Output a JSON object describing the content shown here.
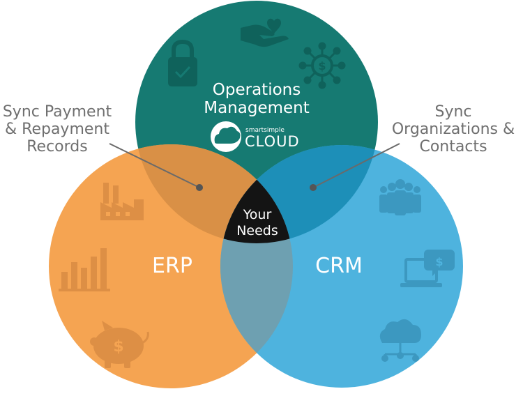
{
  "circles": {
    "top": {
      "label_line1": "Operations",
      "label_line2": "Management",
      "color": "#167a72"
    },
    "left": {
      "label": "ERP",
      "color": "#f5a452"
    },
    "right": {
      "label": "CRM",
      "color": "#4eb3de"
    }
  },
  "center": {
    "line1": "Your",
    "line2": "Needs",
    "color": "#141414"
  },
  "logo": {
    "small_text": "smartsimple",
    "big_text": "CLOUD"
  },
  "callouts": {
    "left": {
      "line1": "Sync Payment",
      "line2": "& Repayment",
      "line3": "Records"
    },
    "right": {
      "line1": "Sync",
      "line2": "Organizations &",
      "line3": "Contacts"
    }
  },
  "icons": {
    "top": [
      "hand-heart-icon",
      "padlock-check-icon",
      "dollar-network-icon"
    ],
    "left": [
      "factory-icon",
      "bar-chart-icon",
      "piggy-bank-icon"
    ],
    "right": [
      "people-group-icon",
      "laptop-dollar-chat-icon",
      "cloud-network-icon"
    ]
  }
}
